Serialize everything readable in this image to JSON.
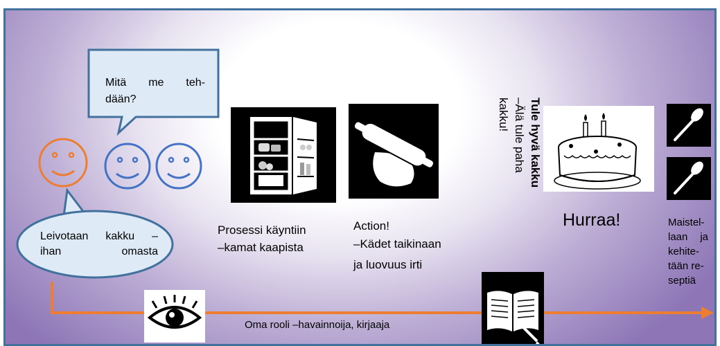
{
  "bubbles": {
    "question": {
      "line1": "Mitä me teh-",
      "line2": "dään?"
    },
    "answer": {
      "line1": "Leivotaan kakku –",
      "line2": "ihan omasta"
    }
  },
  "steps": {
    "process": {
      "line1": "Prosessi käyntiin",
      "line2": "–kamat kaapista"
    },
    "action": {
      "line1": "Action!",
      "line2": "–Kädet taikinaan",
      "line3": "ja luovuus irti"
    },
    "cake_goal": {
      "bold": "Tule hyvä kakku",
      "line2": "–Älä tule paha",
      "line3": "kakku!"
    },
    "hurray": "Hurraa!",
    "taste": [
      "Maistel-",
      "laan ja",
      "kehite-",
      "tään re-",
      "septiä"
    ]
  },
  "timeline": {
    "role_label": "Oma rooli –havainnoija, kirjaaja"
  },
  "colors": {
    "accent_orange": "#ed7d31",
    "accent_blue": "#4472c4",
    "bubble_fill": "#deebf7",
    "border_blue": "#41719c"
  },
  "icons": [
    "orange-smiley-icon",
    "blue-smiley-icon",
    "fridge-icon",
    "rolling-pin-icon",
    "cake-icon",
    "spoon-icon",
    "eye-icon",
    "open-book-icon"
  ]
}
